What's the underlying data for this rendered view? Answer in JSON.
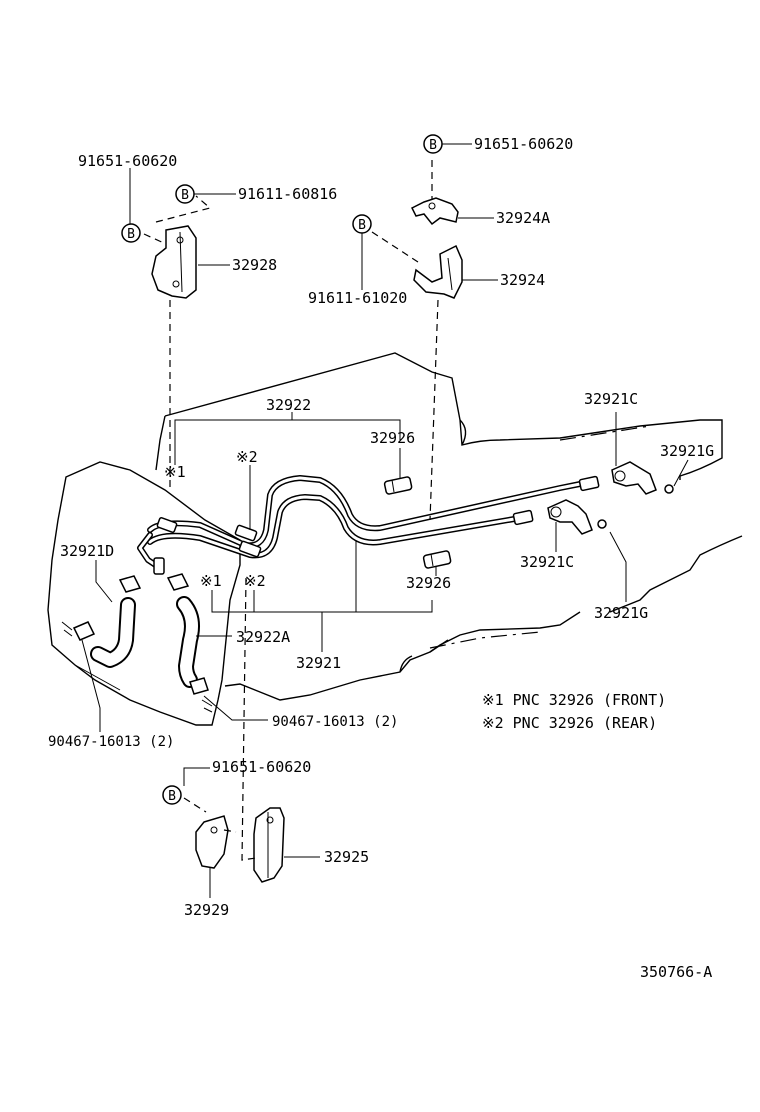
{
  "labels": {
    "bolt_91651_60620_a": "91651-60620",
    "bolt_91611_60816": "91611-60816",
    "bracket_32928": "32928",
    "bolt_91651_60620_b": "91651-60620",
    "bracket_32924A": "32924A",
    "bolt_91611_61020": "91611-61020",
    "bracket_32924": "32924",
    "pipe_32922": "32922",
    "clamp_32926_top": "32926",
    "union_32921C_top": "32921C",
    "gasket_32921G_top": "32921G",
    "mark1_top": "※1",
    "mark2_top": "※2",
    "hose_32921D": "32921D",
    "mark1_bottom": "※1",
    "mark2_bottom": "※2",
    "clamp_32926_bottom": "32926",
    "union_32921C_bottom": "32921C",
    "gasket_32921G_bottom": "32921G",
    "hose_32922A": "32922A",
    "pipe_32921": "32921",
    "clip_90467_16013_right": "90467-16013 (2)",
    "clip_90467_16013_left": "90467-16013 (2)",
    "bolt_91651_60620_c": "91651-60620",
    "bracket_32925": "32925",
    "bracket_32929": "32929",
    "drawing_number": "350766-A"
  },
  "bolt_badge": "B",
  "notes": [
    "※1 PNC 32926 (FRONT)",
    "※2 PNC 32926 (REAR)"
  ]
}
